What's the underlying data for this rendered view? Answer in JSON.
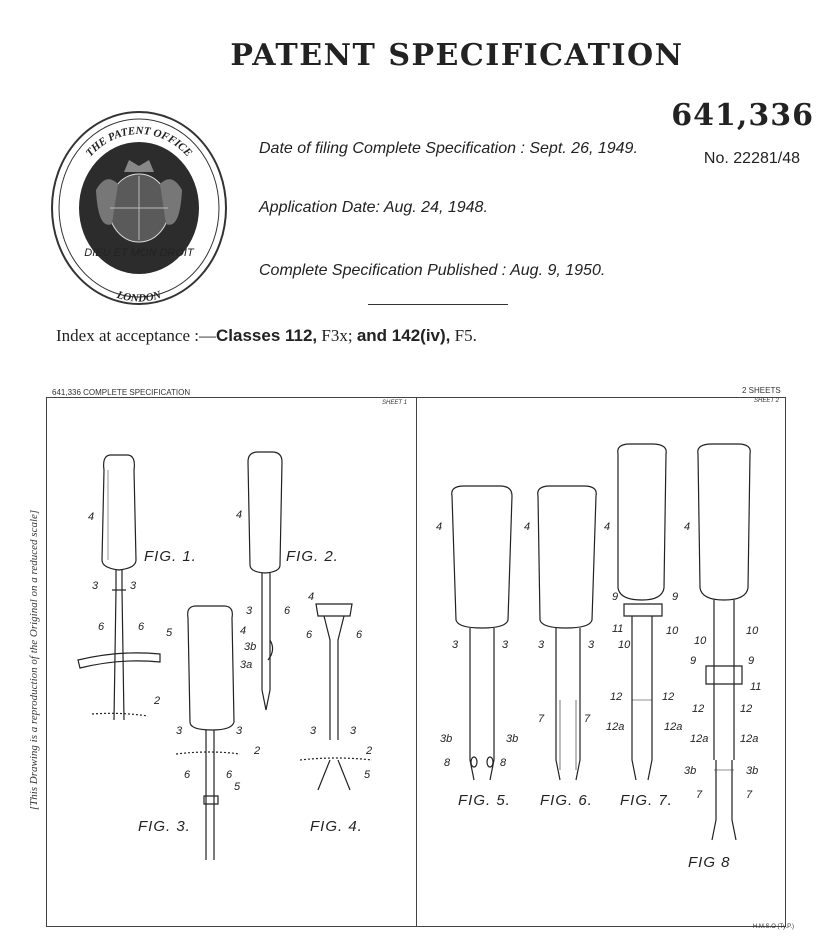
{
  "header": {
    "title": "PATENT SPECIFICATION",
    "patent_number": "641,336",
    "application_number": "No. 22281/48"
  },
  "seal": {
    "top_text": "THE PATENT OFFICE",
    "bottom_text": "LONDON",
    "motto": "DIEU ET MON DROIT",
    "icon": "royal-coat-of-arms-seal"
  },
  "dates": {
    "filing": "Date of filing Complete Specification : Sept. 26, 1949.",
    "application": "Application Date: Aug. 24, 1948.",
    "published": "Complete Specification Published : Aug. 9, 1950."
  },
  "index": {
    "prefix": "Index at acceptance :—",
    "classes_label": "Classes 112,",
    "f3x": "F3x; ",
    "and_label": "and 142(iv),",
    "f5": "F5."
  },
  "drawing": {
    "header_left": "641,336  COMPLETE  SPECIFICATION",
    "header_right": "2 SHEETS",
    "sheet1": "SHEET 1",
    "sheet2": "SHEET 2",
    "side_note": "[This Drawing is a reproduction of the Original on a reduced scale]",
    "footer": "H.M.S.O (Ty.P.)",
    "figures": {
      "fig1": "FIG. 1.",
      "fig2": "FIG. 2.",
      "fig3": "FIG. 3.",
      "fig4": "FIG. 4.",
      "fig5": "FIG. 5.",
      "fig6": "FIG. 6.",
      "fig7": "FIG. 7.",
      "fig8": "FIG 8"
    },
    "ref_numerals": [
      "2",
      "3",
      "3a",
      "3b",
      "4",
      "5",
      "6",
      "7",
      "8",
      "9",
      "10",
      "11",
      "12",
      "12a"
    ]
  }
}
